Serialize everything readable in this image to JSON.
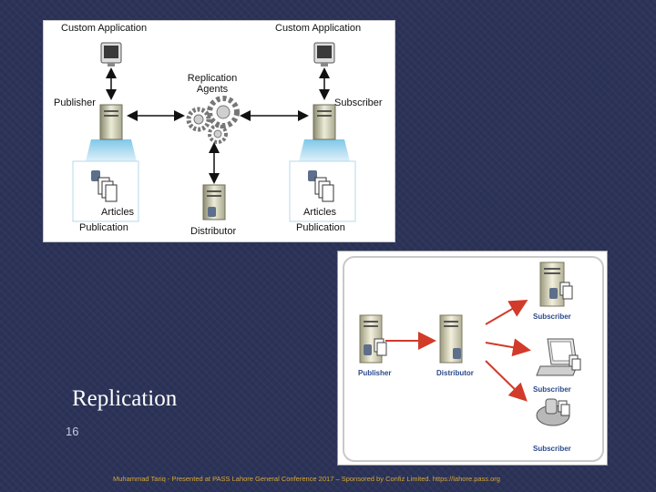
{
  "top_diagram": {
    "custom_app_left": "Custom Application",
    "custom_app_right": "Custom Application",
    "replication_agents_line1": "Replication",
    "replication_agents_line2": "Agents",
    "publisher": "Publisher",
    "subscriber": "Subscriber",
    "articles_left": "Articles",
    "publication_left": "Publication",
    "articles_right": "Articles",
    "publication_right": "Publication",
    "distributor": "Distributor"
  },
  "bottom_diagram": {
    "publisher": "Publisher",
    "distributor": "Distributor",
    "subscriber_1": "Subscriber",
    "subscriber_2": "Subscriber",
    "subscriber_3": "Subscriber",
    "accent_color": "#d23a2a",
    "label_color": "#2a4a8a"
  },
  "slide": {
    "title": "Replication",
    "number": "16",
    "footer": "Muhammad Tariq - Presented at PASS Lahore General Conference 2017 – Sponsored by Confiz Limited. https://lahore.pass.org"
  }
}
